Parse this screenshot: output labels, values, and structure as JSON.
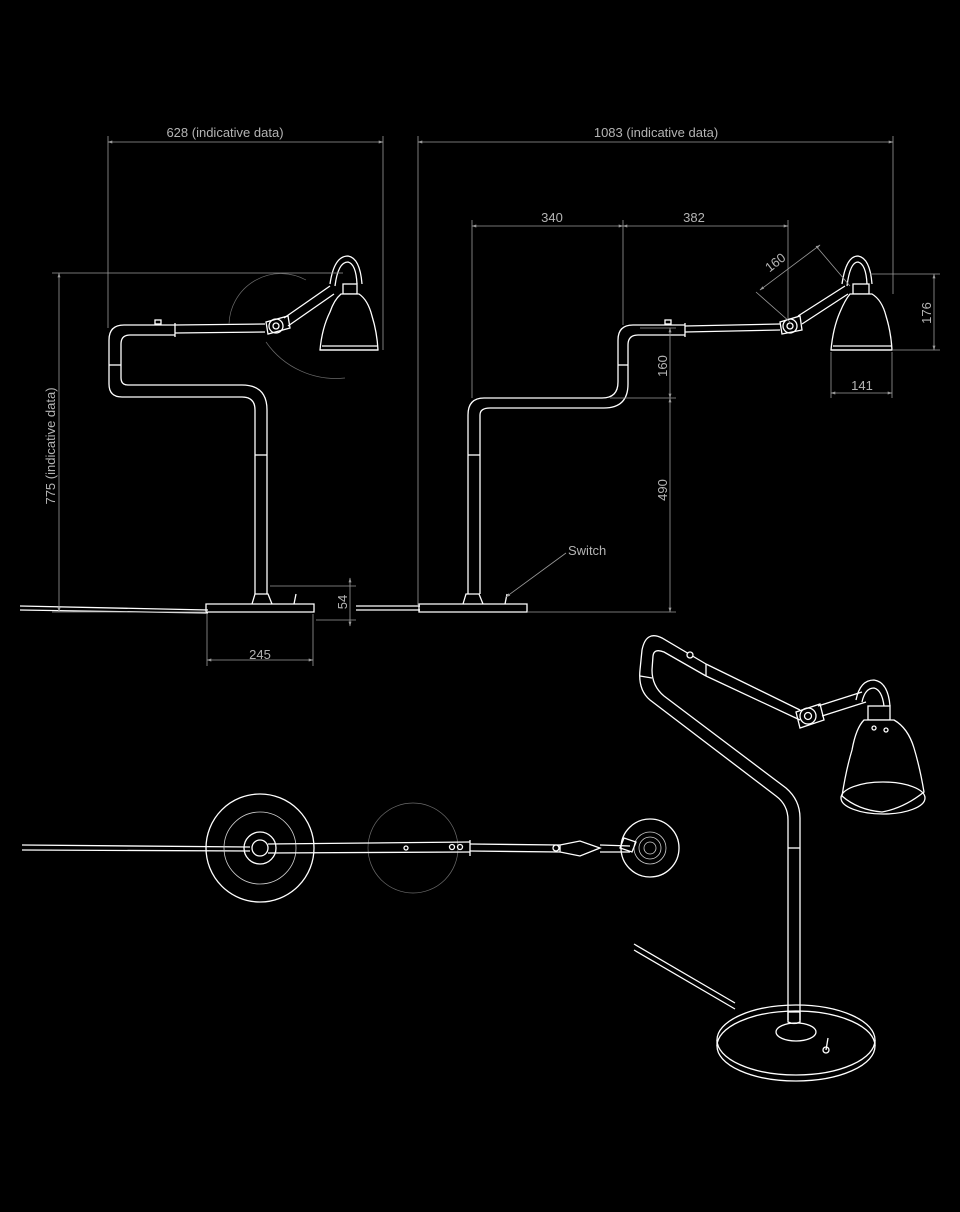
{
  "dimensions": {
    "side_width": "628 (indicative data)",
    "total_width": "1083 (indicative data)",
    "height": "775 (indicative data)",
    "arm_lower": "340",
    "arm_upper": "382",
    "arm_upper_angle": "160",
    "arm_rise": "160",
    "stem_height": "490",
    "shade_height": "176",
    "shade_diameter": "141",
    "base_height": "54",
    "base_diameter": "245"
  },
  "labels": {
    "switch": "Switch"
  }
}
